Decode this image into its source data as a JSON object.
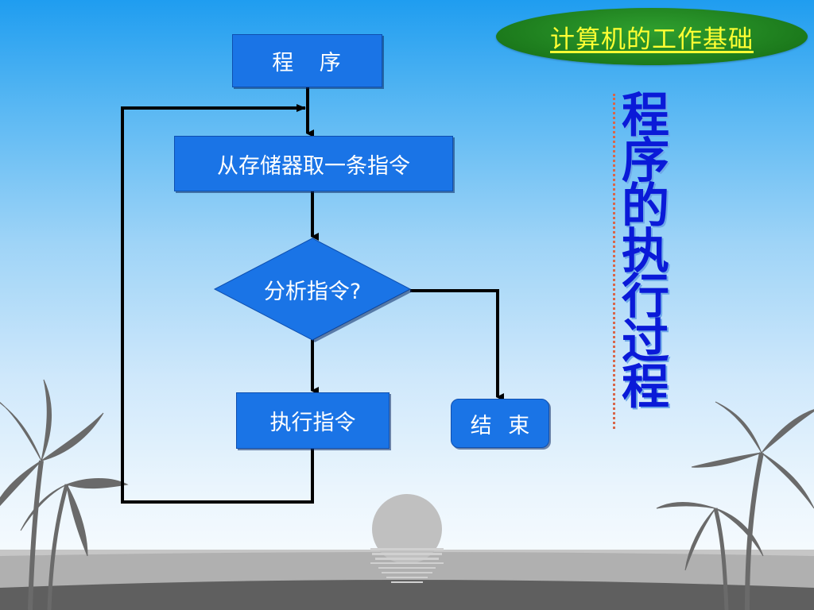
{
  "header": {
    "badge_title": "计算机的工作基础"
  },
  "flowchart": {
    "program_label": "程  序",
    "fetch_label": "从存储器取一条指令",
    "analyze_label": "分析指令?",
    "execute_label": "执行指令",
    "end_label": "结 束"
  },
  "side_title": {
    "chars": [
      "程",
      "序",
      "的",
      "执",
      "行",
      "过",
      "程"
    ]
  },
  "colors": {
    "box_fill": "#1a74e6",
    "title_text": "#ffff33",
    "badge_fill": "#1c7a1c",
    "vertical_text": "#0a1ad8"
  }
}
